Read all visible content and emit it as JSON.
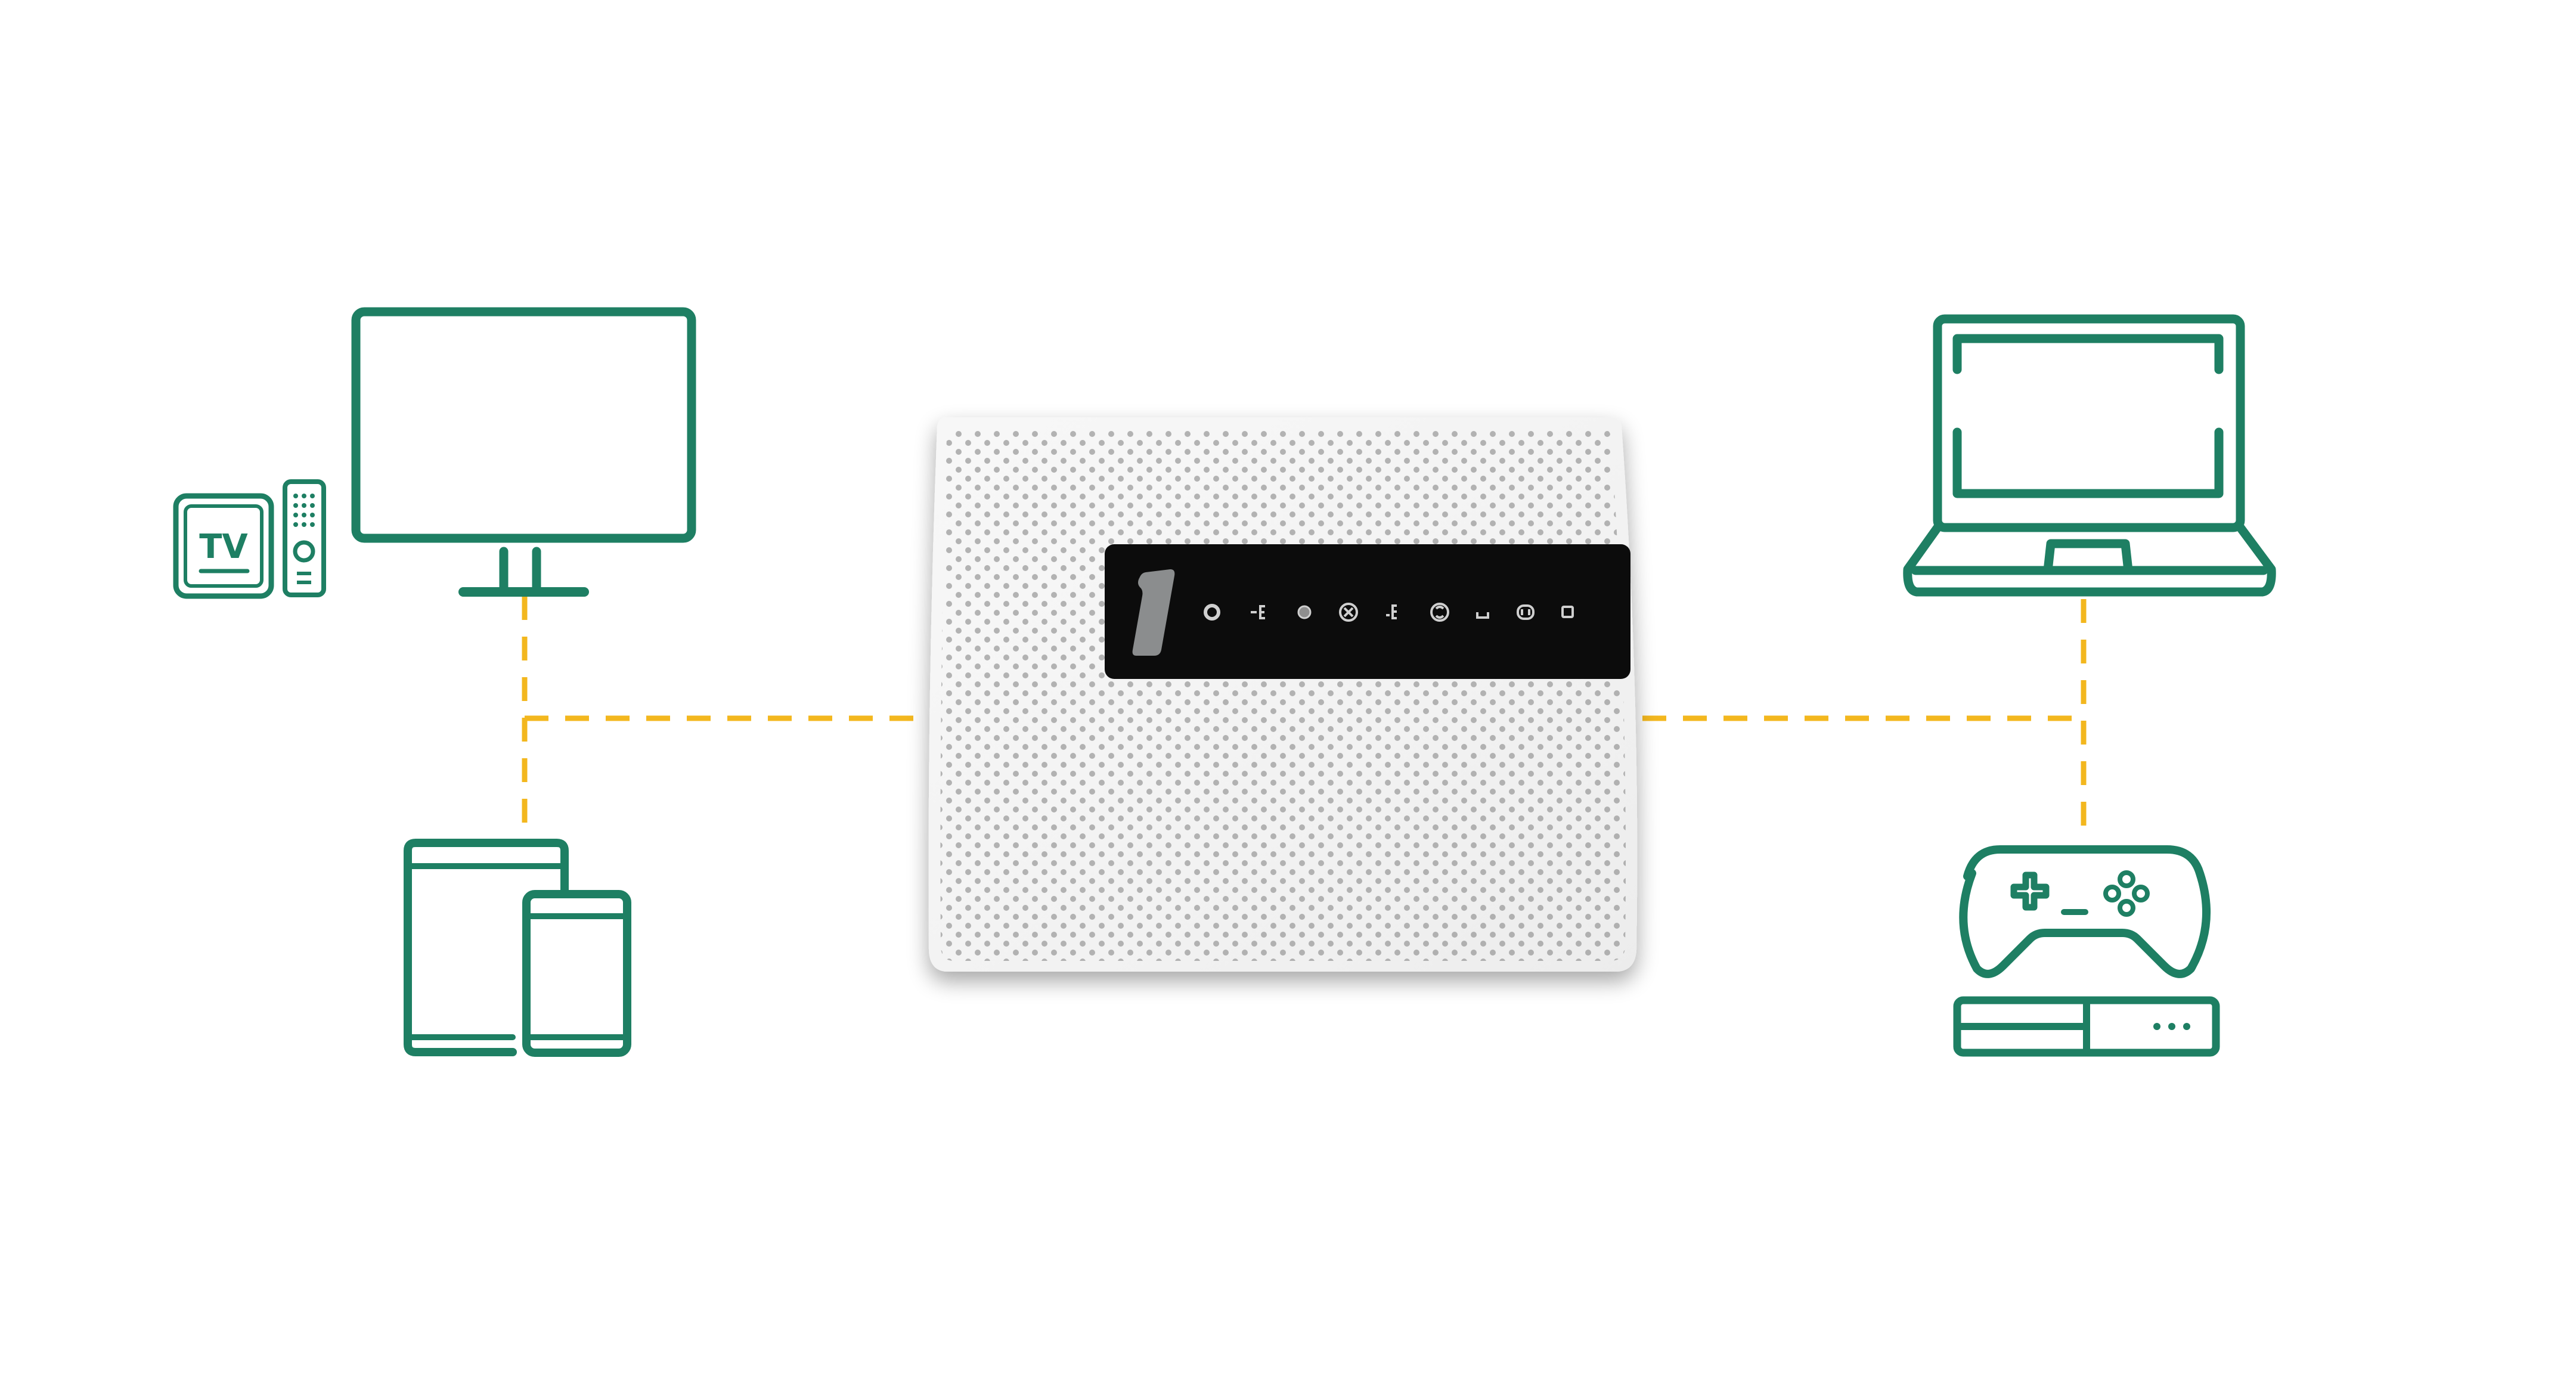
{
  "colors": {
    "background": "#ffffff",
    "icon_stroke": "#1e7f63",
    "connection_line": "#f3b71e",
    "router_body": "#f6f6f6",
    "router_perforation": "#8a8a8a",
    "router_panel": "#0c0c0c",
    "router_panel_logo": "#8b8d8e",
    "router_panel_leds": "#cfcfcf"
  },
  "icons": {
    "tv": "tv-monitor-icon",
    "tv_box": "tv-box-icon",
    "remote": "remote-control-icon",
    "tablet_phone": "tablet-and-phone-icon",
    "laptop": "laptop-icon",
    "gamepad": "gamepad-icon",
    "console": "game-console-icon",
    "router": "router-device"
  },
  "tv_box": {
    "label": "TV"
  },
  "router": {
    "led_icons": [
      "power-led",
      "wan-led",
      "internet-led",
      "wifi-led",
      "ethernet-led",
      "wps-led",
      "usb-led",
      "phone-led",
      "status-led"
    ]
  }
}
